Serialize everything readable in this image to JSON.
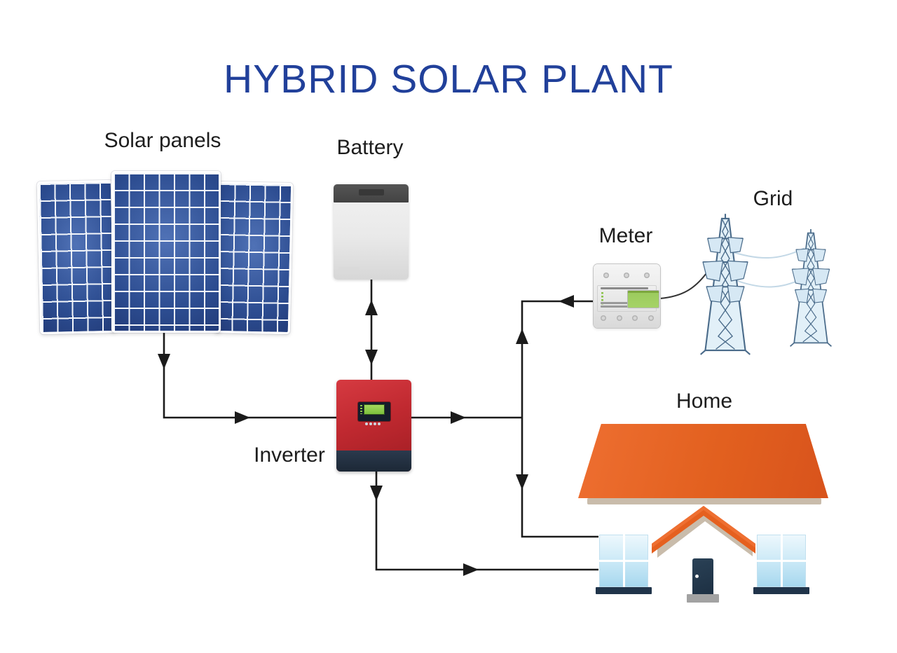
{
  "title": "HYBRID SOLAR PLANT",
  "components": {
    "solar_panels": {
      "label": "Solar panels",
      "count": 3
    },
    "battery": {
      "label": "Battery"
    },
    "meter": {
      "label": "Meter"
    },
    "grid": {
      "label": "Grid",
      "towers": 2
    },
    "inverter": {
      "label": "Inverter"
    },
    "home": {
      "label": "Home"
    }
  },
  "connections": [
    {
      "from": "solar_panels",
      "to": "inverter",
      "arrow": "one-way"
    },
    {
      "from": "battery",
      "to": "inverter",
      "arrow": "two-way"
    },
    {
      "from": "inverter",
      "to": "grid_home_junction",
      "arrow": "one-way"
    },
    {
      "from": "grid_home_junction",
      "to": "meter",
      "arrow": "up-toward-meter-and-left-toward-junction"
    },
    {
      "from": "grid_home_junction",
      "to": "home",
      "arrow": "one-way-down"
    },
    {
      "from": "inverter",
      "to": "home",
      "arrow": "one-way-bottom-path"
    },
    {
      "from": "meter",
      "to": "grid",
      "arrow": "plain-cable"
    }
  ],
  "colors": {
    "title_blue": "#21409a",
    "label_black": "#1d1d1d",
    "arrow_black": "#1b1b1b",
    "panel_blue": "#2c4c90",
    "inverter_red": "#c02930",
    "inverter_strip_navy": "#1c2836",
    "lcd_green": "#8dc63f",
    "roof_orange": "#e2601f",
    "door_navy": "#1d3043",
    "window_blue": "#cdeaf7",
    "tower_steel": "#4a6b8a",
    "battery_gray": "#e9e9e9"
  }
}
